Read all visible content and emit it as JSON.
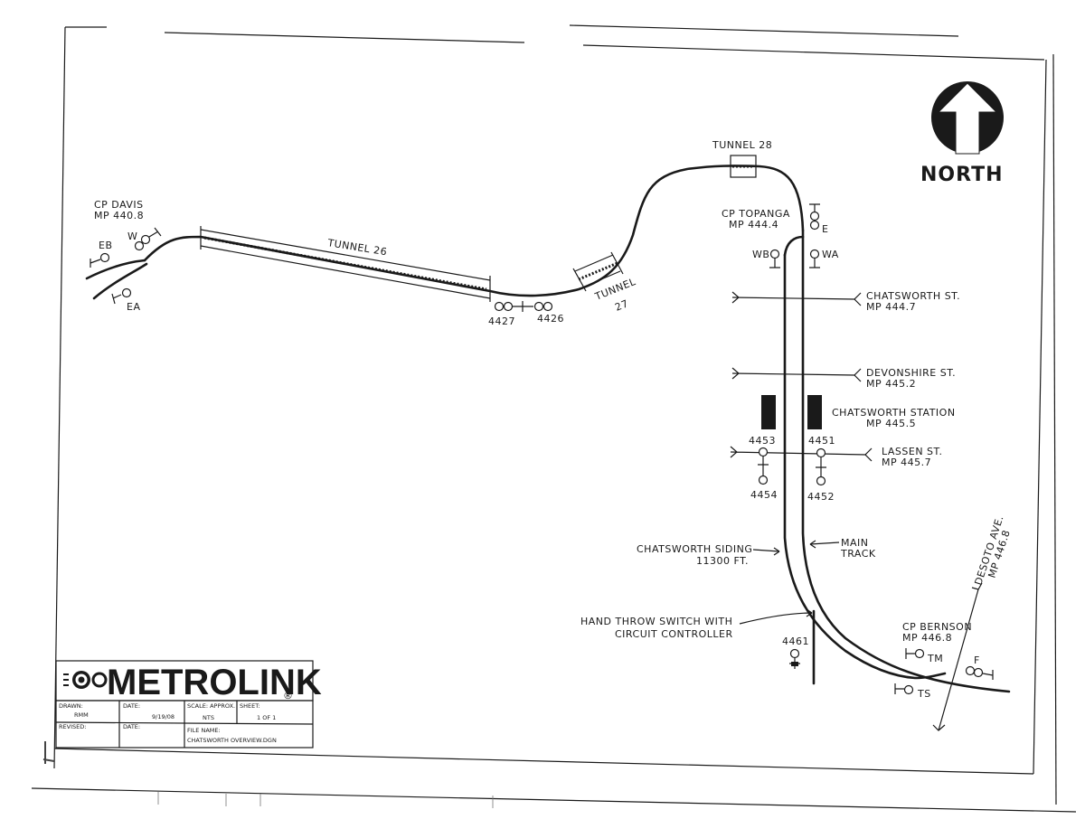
{
  "north": {
    "label": "NORTH"
  },
  "tunnels": {
    "t26": "TUNNEL 26",
    "t27_line1": "TUNNEL",
    "t27_line2": "27",
    "t28": "TUNNEL 28"
  },
  "control_points": {
    "davis": {
      "name": "CP DAVIS",
      "mp": "MP 440.8"
    },
    "topanga": {
      "name": "CP TOPANGA",
      "mp": "MP 444.4"
    },
    "bernson": {
      "name": "CP BERNSON",
      "mp": "MP 446.8"
    }
  },
  "signals": {
    "eb": "EB",
    "w": "W",
    "ea": "EA",
    "s4427": "4427",
    "s4426": "4426",
    "e": "E",
    "wb": "WB",
    "wa": "WA",
    "s4453": "4453",
    "s4451": "4451",
    "s4454": "4454",
    "s4452": "4452",
    "s4461": "4461",
    "tm": "TM",
    "ts": "TS",
    "f": "F"
  },
  "crossings": {
    "chatsworth_st": {
      "name": "CHATSWORTH ST.",
      "mp": "MP 444.7"
    },
    "devonshire_st": {
      "name": "DEVONSHIRE ST.",
      "mp": "MP 445.2"
    },
    "lassen_st": {
      "name": "LASSEN ST.",
      "mp": "MP 445.7"
    },
    "desoto_ave": {
      "name": "DESOTO AVE.",
      "mp": "MP 446.8"
    }
  },
  "station": {
    "name": "CHATSWORTH STATION",
    "mp": "MP 445.5"
  },
  "siding": {
    "line1": "CHATSWORTH SIDING",
    "line2": "11300 FT."
  },
  "main_track": {
    "line1": "MAIN",
    "line2": "TRACK"
  },
  "switch": {
    "line1": "HAND THROW SWITCH WITH",
    "line2": "CIRCUIT CONTROLLER"
  },
  "title_block": {
    "logo": "METROLINK",
    "registered": "®",
    "drawn_label": "DRAWN:",
    "drawn_value": "RMM",
    "date_label": "DATE:",
    "date_value": "9/19/08",
    "scale_label": "SCALE: APPROX.",
    "scale_value": "NTS",
    "sheet_label": "SHEET:",
    "sheet_value": "1 OF 1",
    "revised_label": "REVISED:",
    "date2_label": "DATE:",
    "file_label": "FILE NAME:",
    "file_value": "CHATSWORTH OVERVIEW.DGN"
  }
}
